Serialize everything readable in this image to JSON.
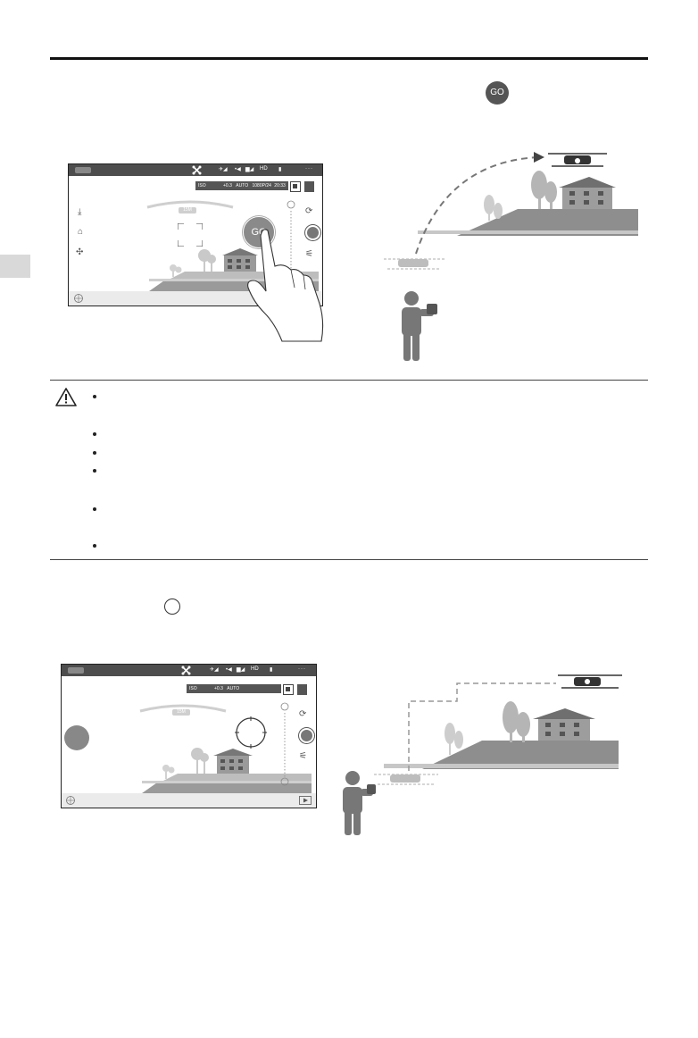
{
  "section_one": {
    "go_button_label": "GO",
    "screen": {
      "ev_label": "+0.3",
      "mode_label": "AUTO",
      "iso_label": "ISO",
      "capacity_label": "20:33",
      "resolution_label": "1080P/24",
      "focal_label": "15M",
      "go_overlay_label": "GO",
      "hd_label": "HD"
    }
  },
  "section_two": {
    "screen": {
      "ev_label": "+0.3",
      "mode_label": "AUTO",
      "iso_label": "ISO",
      "focal_label": "15M",
      "hd_label": "HD"
    }
  },
  "caution": {
    "icon": "warning-triangle-icon",
    "bullet_count": 6
  }
}
